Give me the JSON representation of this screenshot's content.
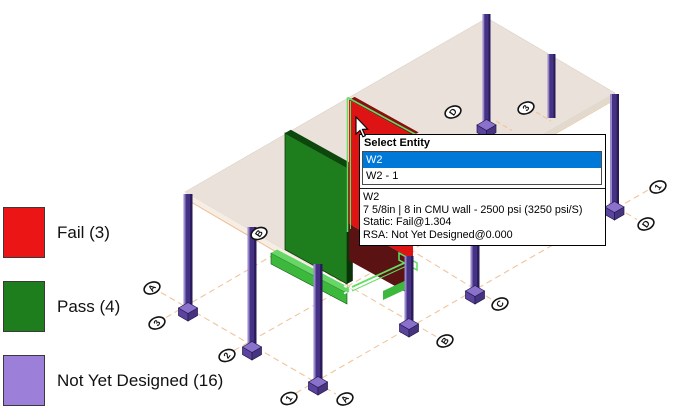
{
  "legend": {
    "items": [
      {
        "label": "Fail (3)",
        "color": "#EC1515"
      },
      {
        "label": "Pass (4)",
        "color": "#1E7E1E"
      },
      {
        "label": "Not Yet Designed (16)",
        "color": "#9C7FD8"
      }
    ]
  },
  "tooltip": {
    "title": "Select Entity",
    "options": [
      {
        "label": "W2",
        "selected": true
      },
      {
        "label": "W2 - 1",
        "selected": false
      }
    ],
    "selection_color": "#0078D7",
    "details": {
      "name": "W2",
      "section": "7 5/8in | 8 in CMU wall - 2500 psi (3250 psi/S)",
      "static_result": "Static: Fail@1.304",
      "rsa_result": "RSA: Not Yet Designed@0.000"
    }
  },
  "grid": {
    "labels": {
      "a_left": "A",
      "a_right": "A",
      "b_left": "B",
      "b_right": "B",
      "c_right": "C",
      "d_left": "D",
      "d_right": "D",
      "one_bottom": "1",
      "one_top": "1",
      "two_bottom": "2",
      "three_bottom": "3",
      "three_top": "3"
    }
  },
  "scene": {
    "slab_color": "#EAE2DA",
    "column_color": "#463284",
    "footing_color": "#8A72CC",
    "wall_pass_color": "#1E7E1E",
    "wall_fail_color": "#DE1414",
    "wall_fail_dark_color": "#5A1212",
    "wall_base_pass_color": "#3CB83C",
    "selection_outline_color": "#63DD63",
    "grid_line_color": "#F2C49C"
  }
}
